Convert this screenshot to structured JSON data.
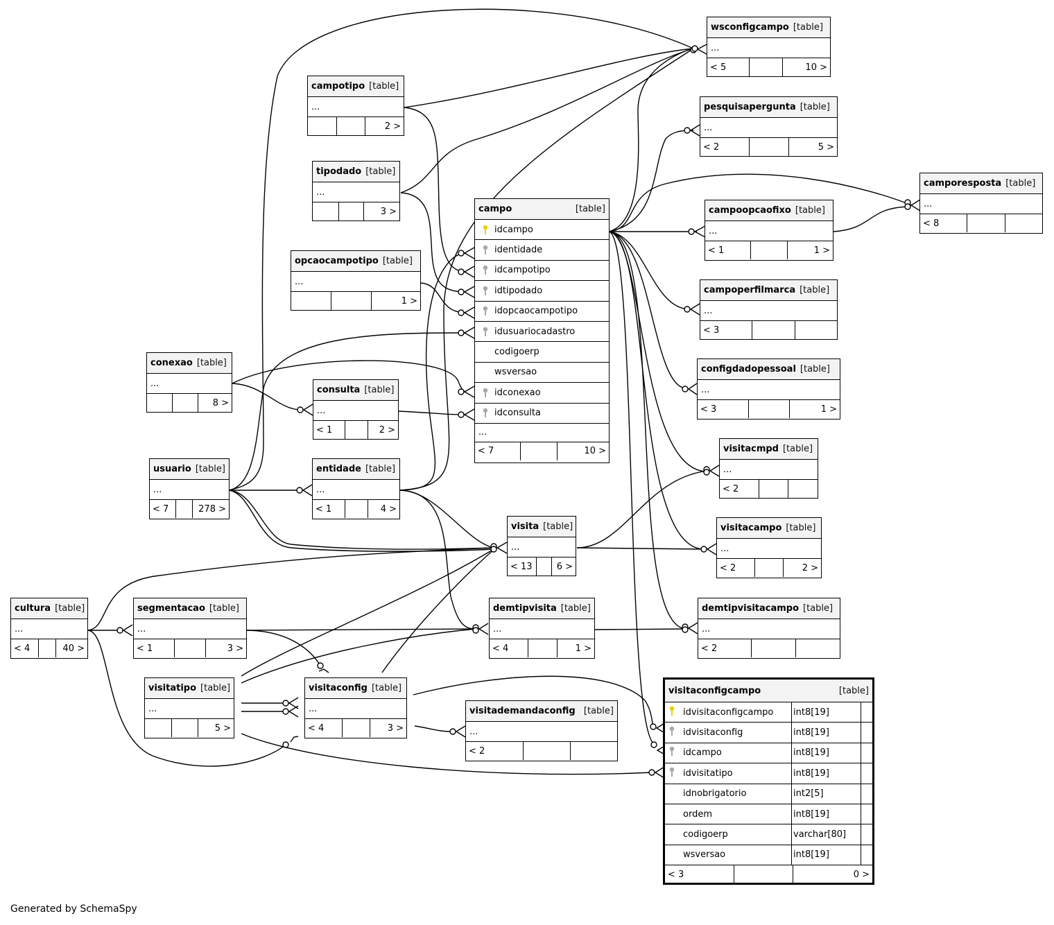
{
  "footer": "Generated by SchemaSpy",
  "table_type_label": "[table]",
  "ellipsis": "...",
  "tables": {
    "wsconfigcampo": {
      "name": "wsconfigcampo",
      "prev": "< 5",
      "mid": "",
      "next": "10 >"
    },
    "campotipo": {
      "name": "campotipo",
      "prev": "",
      "mid": "",
      "next": "2 >"
    },
    "pesquisapergunta": {
      "name": "pesquisapergunta",
      "prev": "< 2",
      "mid": "",
      "next": "5 >"
    },
    "tipodado": {
      "name": "tipodado",
      "prev": "",
      "mid": "",
      "next": "3 >"
    },
    "camporesposta": {
      "name": "camporesposta",
      "prev": "< 8",
      "mid": "",
      "next": ""
    },
    "campoopcaofixo": {
      "name": "campoopcaofixo",
      "prev": "< 1",
      "mid": "",
      "next": "1 >"
    },
    "opcaocampotipo": {
      "name": "opcaocampotipo",
      "prev": "",
      "mid": "",
      "next": "1 >"
    },
    "campoperfilmarca": {
      "name": "campoperfilmarca",
      "prev": "< 3",
      "mid": "",
      "next": ""
    },
    "conexao": {
      "name": "conexao",
      "prev": "",
      "mid": "",
      "next": "8 >"
    },
    "configdadopessoal": {
      "name": "configdadopessoal",
      "prev": "< 3",
      "mid": "",
      "next": "1 >"
    },
    "consulta": {
      "name": "consulta",
      "prev": "< 1",
      "mid": "",
      "next": "2 >"
    },
    "visitacmpd": {
      "name": "visitacmpd",
      "prev": "< 2",
      "mid": "",
      "next": ""
    },
    "usuario": {
      "name": "usuario",
      "prev": "< 7",
      "mid": "",
      "next": "278 >"
    },
    "entidade": {
      "name": "entidade",
      "prev": "< 1",
      "mid": "",
      "next": "4 >"
    },
    "visita": {
      "name": "visita",
      "prev": "< 13",
      "mid": "",
      "next": "6 >"
    },
    "visitacampo": {
      "name": "visitacampo",
      "prev": "< 2",
      "mid": "",
      "next": "2 >"
    },
    "cultura": {
      "name": "cultura",
      "prev": "< 4",
      "mid": "",
      "next": "40 >"
    },
    "segmentacao": {
      "name": "segmentacao",
      "prev": "< 1",
      "mid": "",
      "next": "3 >"
    },
    "demtipvisita": {
      "name": "demtipvisita",
      "prev": "< 4",
      "mid": "",
      "next": "1 >"
    },
    "demtipvisitacampo": {
      "name": "demtipvisitacampo",
      "prev": "< 2",
      "mid": "",
      "next": ""
    },
    "visitatipo": {
      "name": "visitatipo",
      "prev": "",
      "mid": "",
      "next": "5 >"
    },
    "visitaconfig": {
      "name": "visitaconfig",
      "prev": "< 4",
      "mid": "",
      "next": "3 >"
    },
    "visitademandaconfig": {
      "name": "visitademandaconfig",
      "prev": "< 2",
      "mid": "",
      "next": ""
    }
  },
  "campo": {
    "name": "campo",
    "prev": "< 7",
    "mid": "",
    "next": "10 >",
    "columns": [
      {
        "name": "idcampo",
        "key": "primary"
      },
      {
        "name": "identidade",
        "key": "foreign"
      },
      {
        "name": "idcampotipo",
        "key": "foreign"
      },
      {
        "name": "idtipodado",
        "key": "foreign"
      },
      {
        "name": "idopcaocampotipo",
        "key": "foreign"
      },
      {
        "name": "idusuariocadastro",
        "key": "foreign"
      },
      {
        "name": "codigoerp",
        "key": "none"
      },
      {
        "name": "wsversao",
        "key": "none"
      },
      {
        "name": "idconexao",
        "key": "foreign"
      },
      {
        "name": "idconsulta",
        "key": "foreign"
      }
    ]
  },
  "visitaconfigcampo": {
    "name": "visitaconfigcampo",
    "prev": "< 3",
    "mid": "",
    "next": "0 >",
    "columns": [
      {
        "name": "idvisitaconfigcampo",
        "type": "int8[19]",
        "key": "primary"
      },
      {
        "name": "idvisitaconfig",
        "type": "int8[19]",
        "key": "foreign"
      },
      {
        "name": "idcampo",
        "type": "int8[19]",
        "key": "foreign"
      },
      {
        "name": "idvisitatipo",
        "type": "int8[19]",
        "key": "foreign"
      },
      {
        "name": "idnobrigatorio",
        "type": "int2[5]",
        "key": "none"
      },
      {
        "name": "ordem",
        "type": "int8[19]",
        "key": "none"
      },
      {
        "name": "codigoerp",
        "type": "varchar[80]",
        "key": "none"
      },
      {
        "name": "wsversao",
        "type": "int8[19]",
        "key": "none"
      }
    ]
  },
  "colors": {
    "header_bg": "#f3f3f3",
    "primary_key": "#e8d000",
    "foreign_key": "#a8a8a8",
    "line": "#000000"
  }
}
